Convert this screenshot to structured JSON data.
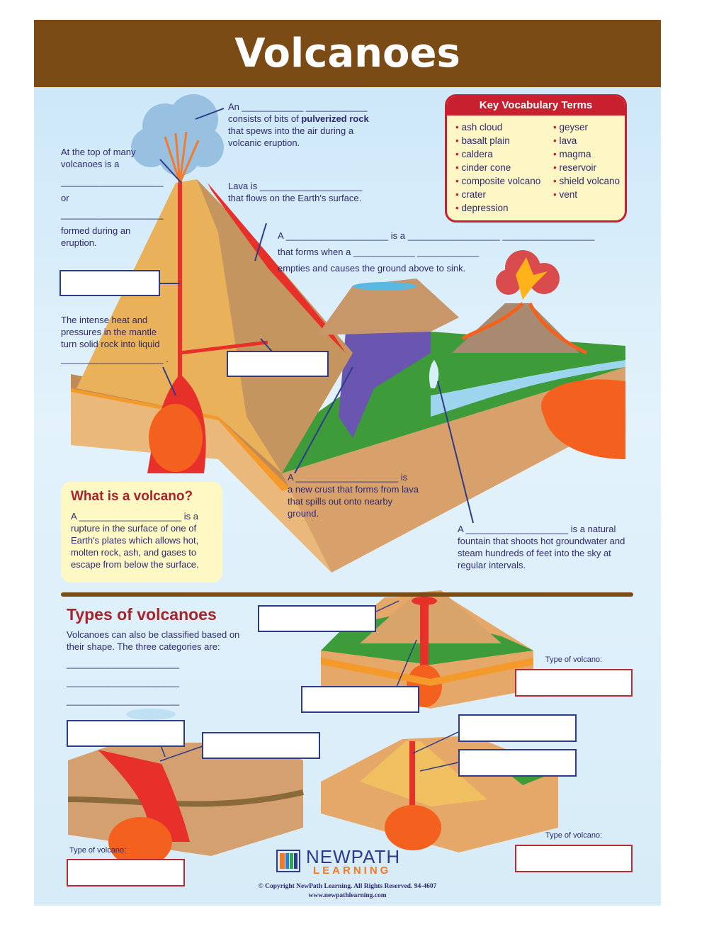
{
  "title": "Volcanoes",
  "labels": {
    "ash_cloud": {
      "pre": "An ____________  ____________",
      "body": "consists of bits of ",
      "bold": "pulverized rock",
      "post": " that spews into the air during a volcanic eruption."
    },
    "top_of_volcano": {
      "line1": "At the top of many volcanoes is a",
      "blank1": "____________________",
      "or": "or",
      "blank2": "____________________",
      "line2": "formed during an eruption."
    },
    "lava": {
      "line1": "Lava is ____________________",
      "line2": "that flows on the Earth's surface."
    },
    "caldera": {
      "line1": "A ____________________ is a __________________  __________________",
      "line2": "that forms when a ____________  ____________",
      "line3": "empties and causes the ground above to sink."
    },
    "magma": {
      "text": "The intense heat and pressures in the mantle turn solid rock into liquid",
      "blank": "____________________ ."
    },
    "basalt": {
      "line1": "A ____________________  is",
      "text": "a new crust that forms from lava that spills out onto nearby ground."
    },
    "geyser": {
      "line1": "A ____________________ is a natural",
      "text": "fountain that shoots hot groundwater and steam hundreds of feet into the sky at regular intervals."
    }
  },
  "vocabulary": {
    "title": "Key Vocabulary Terms",
    "col1": [
      "ash cloud",
      "basalt plain",
      "caldera",
      "cinder cone",
      "composite volcano",
      "crater",
      "depression"
    ],
    "col2": [
      "geyser",
      "lava",
      "magma",
      "reservoir",
      "shield volcano",
      "vent"
    ]
  },
  "what_is": {
    "title": "What is a volcano?",
    "text": "A ____________________ is a rupture in the surface of one of Earth's plates which allows hot, molten rock, ash, and gases to escape from below the surface."
  },
  "types": {
    "title": "Types of volcanoes",
    "intro": "Volcanoes can also be classified based on their shape. The three categories are:",
    "blanks": [
      "______________________",
      "______________________",
      "______________________"
    ],
    "type_label": "Type of volcano:"
  },
  "footer": {
    "logo_top": "NEWPATH",
    "logo_bottom": "LEARNING",
    "copyright": "© Copyright NewPath Learning. All Rights Reserved. 94-4607",
    "url": "www.newpathlearning.com"
  },
  "colors": {
    "header": "#7a4b14",
    "accent": "#c8202f",
    "text": "#2e2a6e"
  }
}
